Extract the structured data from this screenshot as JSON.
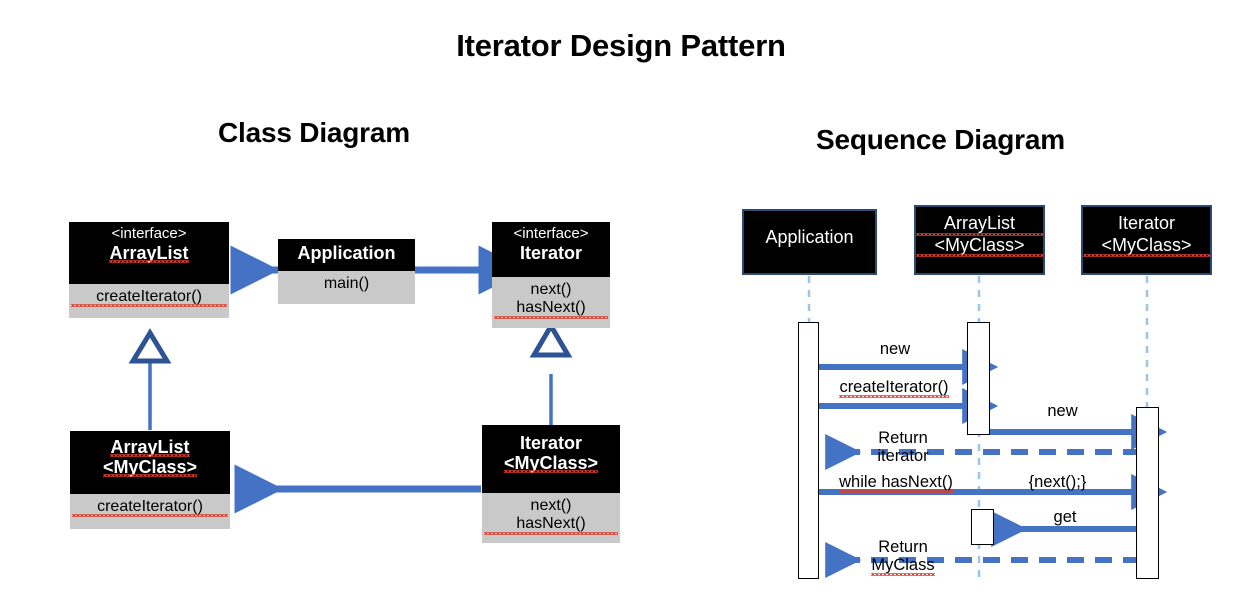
{
  "page": {
    "title": "Iterator Design Pattern",
    "background": "#ffffff",
    "accent_blue": "#4472c4",
    "triangle_blue": "#2e5395",
    "lifeline_blue": "#9dc3e6",
    "box_header_bg": "#000000",
    "box_body_bg": "#c9c9c9",
    "spellcheck_red": "#e03c2a"
  },
  "sections": {
    "class_diagram_title": "Class Diagram",
    "sequence_diagram_title": "Sequence Diagram"
  },
  "class_diagram": {
    "boxes": [
      {
        "id": "arraylist-interface",
        "stereotype": "<interface>",
        "name": "ArrayList",
        "members": [
          "createIterator()"
        ]
      },
      {
        "id": "application",
        "stereotype": "",
        "name": "Application",
        "members": [
          "main()"
        ]
      },
      {
        "id": "iterator-interface",
        "stereotype": "<interface>",
        "name": "Iterator",
        "members": [
          "next()",
          "hasNext()"
        ]
      },
      {
        "id": "arraylist-myclass",
        "stereotype": "",
        "name": "ArrayList",
        "name2": "<MyClass>",
        "members": [
          "createIterator()"
        ]
      },
      {
        "id": "iterator-myclass",
        "stereotype": "",
        "name": "Iterator",
        "name2": "<MyClass>",
        "members": [
          "next()",
          "hasNext()"
        ]
      }
    ],
    "relations": [
      {
        "id": "app-to-arraylist",
        "kind": "association-arrow",
        "from": "application",
        "to": "arraylist-interface",
        "direction": "left"
      },
      {
        "id": "app-to-iterator",
        "kind": "association-arrow",
        "from": "application",
        "to": "iterator-interface",
        "direction": "right"
      },
      {
        "id": "arraylist-impl",
        "kind": "realization-triangle",
        "from": "arraylist-myclass",
        "to": "arraylist-interface",
        "direction": "up"
      },
      {
        "id": "iterator-impl",
        "kind": "realization-triangle",
        "from": "iterator-myclass",
        "to": "iterator-interface",
        "direction": "up"
      },
      {
        "id": "iteratorimpl-to-arraylistimpl",
        "kind": "association-arrow",
        "from": "iterator-myclass",
        "to": "arraylist-myclass",
        "direction": "left"
      }
    ]
  },
  "sequence_diagram": {
    "participants": [
      {
        "id": "application",
        "line1": "Application",
        "line2": ""
      },
      {
        "id": "arraylist",
        "line1": "ArrayList",
        "line2": "<MyClass>"
      },
      {
        "id": "iterator",
        "line1": "Iterator",
        "line2": "<MyClass>"
      }
    ],
    "messages": [
      {
        "id": "msg-new-arraylist",
        "label": "new",
        "from": "application",
        "to": "arraylist",
        "style": "solid",
        "direction": "right"
      },
      {
        "id": "msg-createiterator",
        "label": "createIterator()",
        "from": "application",
        "to": "arraylist",
        "style": "solid",
        "direction": "right"
      },
      {
        "id": "msg-new-iterator",
        "label": "new",
        "from": "arraylist",
        "to": "iterator",
        "style": "solid",
        "direction": "right"
      },
      {
        "id": "msg-return-iterator",
        "label": "Return",
        "label2": "iterator",
        "from": "iterator",
        "to": "application",
        "style": "dashed",
        "direction": "left"
      },
      {
        "id": "msg-while-hasnext",
        "label": "while hasNext()",
        "from": "application",
        "to": "iterator",
        "style": "solid",
        "direction": "right"
      },
      {
        "id": "msg-next-block",
        "label": "{next();}",
        "from": "application",
        "to": "iterator",
        "style": "annotation",
        "direction": "right"
      },
      {
        "id": "msg-get",
        "label": "get",
        "from": "iterator",
        "to": "arraylist",
        "style": "solid",
        "direction": "left"
      },
      {
        "id": "msg-return-myclass",
        "label": "Return",
        "label2": "MyClass",
        "from": "arraylist",
        "to": "application",
        "style": "dashed",
        "direction": "left"
      }
    ]
  }
}
